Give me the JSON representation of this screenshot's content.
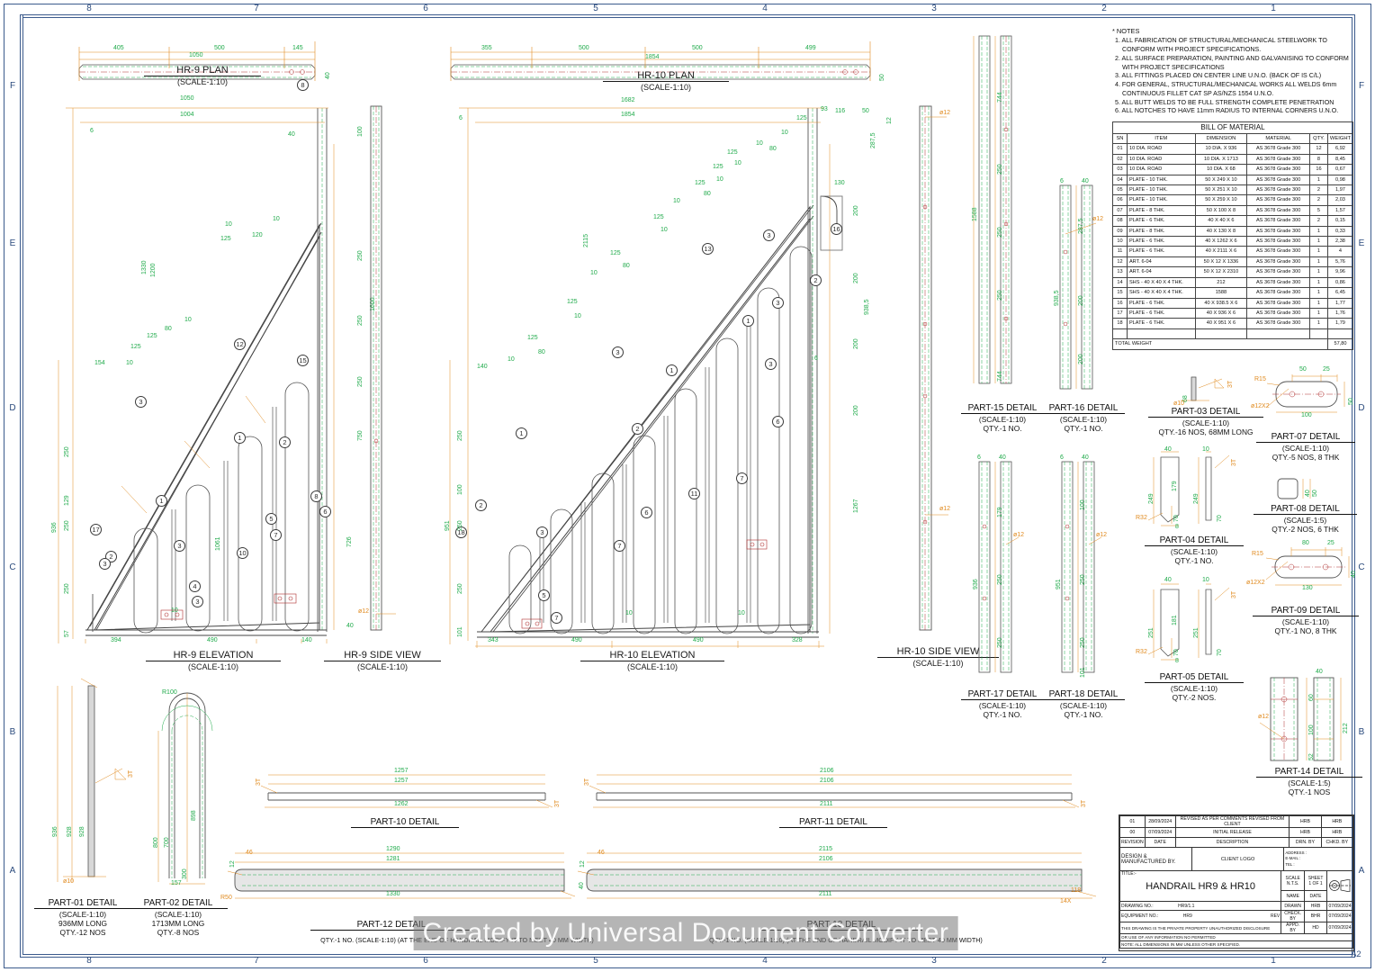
{
  "sheet": {
    "zones_top": [
      "8",
      "7",
      "6",
      "5",
      "4",
      "3",
      "2",
      "1"
    ],
    "zones_side": [
      "F",
      "E",
      "D",
      "C",
      "B",
      "A"
    ],
    "format": "A2"
  },
  "notes": {
    "heading": "* NOTES",
    "items": [
      "1. ALL FABRICATION OF STRUCTURAL/MECHANICAL STEELWORK TO CONFORM WITH PROJECT SPECIFICATIONS.",
      "2. ALL SURFACE PREPARATION, PAINTING AND GALVANISING TO CONFORM WITH PROJECT SPECIFICATIONS",
      "3. ALL FITTINGS PLACED ON CENTER LINE U.N.O. (BACK OF IS C/L)",
      "4. FOR GENERAL, STRUCTURAL/MECHANICAL WORKS ALL WELDS 6mm CONTINUOUS FILLET CAT SP AS/NZS 1554 U.N.O.",
      "5. ALL BUTT WELDS TO BE FULL STRENGTH COMPLETE PENETRATION",
      "6. ALL NOTCHES TO HAVE 11mm RADIUS TO INTERNAL CORNERS U.N.O."
    ]
  },
  "bom": {
    "title": "BILL OF MATERIAL",
    "columns": [
      "SN",
      "ITEM",
      "DIMENSION",
      "MATERIAL",
      "QTY.",
      "WEIGHT"
    ],
    "rows": [
      [
        "01",
        "10 DIA. ROAD",
        "10 DIA. X 936",
        "AS 3678 Grade 300",
        "12",
        "6,92"
      ],
      [
        "02",
        "10 DIA. ROAD",
        "10 DIA. X 1713",
        "AS 3678 Grade 300",
        "8",
        "8,45"
      ],
      [
        "03",
        "10 DIA. ROAD",
        "10 DIA. X 68",
        "AS 3678 Grade 300",
        "16",
        "0,67"
      ],
      [
        "04",
        "PLATE - 10 THK.",
        "50 X 249 X 10",
        "AS 3678 Grade 300",
        "1",
        "0,98"
      ],
      [
        "05",
        "PLATE - 10 THK.",
        "50 X 251 X 10",
        "AS 3678 Grade 300",
        "2",
        "1,97"
      ],
      [
        "06",
        "PLATE - 10 THK.",
        "50 X 259 X 10",
        "AS 3678 Grade 300",
        "2",
        "2,03"
      ],
      [
        "07",
        "PLATE - 8 THK.",
        "50 X 100 X 8",
        "AS 3678 Grade 300",
        "5",
        "1,57"
      ],
      [
        "08",
        "PLATE - 6 THK.",
        "40 X 40 X 6",
        "AS 3678 Grade 300",
        "2",
        "0,15"
      ],
      [
        "09",
        "PLATE - 8 THK.",
        "40 X 130 X 8",
        "AS 3678 Grade 300",
        "1",
        "0,33"
      ],
      [
        "10",
        "PLATE - 6 THK.",
        "40 X 1262 X 6",
        "AS 3678 Grade 300",
        "1",
        "2,38"
      ],
      [
        "11",
        "PLATE - 6 THK.",
        "40 X 2111 X 6",
        "AS 3678 Grade 300",
        "1",
        "4"
      ],
      [
        "12",
        "ART. 6-04",
        "50 X 12 X 1336",
        "AS 3678 Grade 300",
        "1",
        "5,76"
      ],
      [
        "13",
        "ART. 6-04",
        "50 X 12 X 2310",
        "AS 3678 Grade 300",
        "1",
        "9,96"
      ],
      [
        "14",
        "SHS - 40 X 40 X 4 THK.",
        "212",
        "AS 3678 Grade 300",
        "1",
        "0,86"
      ],
      [
        "15",
        "SHS - 40 X 40 X 4 THK.",
        "1588",
        "AS 3678 Grade 300",
        "1",
        "6,45"
      ],
      [
        "16",
        "PLATE - 6 THK.",
        "40 X 938.5 X 6",
        "AS 3678 Grade 300",
        "1",
        "1,77"
      ],
      [
        "17",
        "PLATE - 6 THK.",
        "40 X 936 X 6",
        "AS 3678 Grade 300",
        "1",
        "1,76"
      ],
      [
        "18",
        "PLATE - 6 THK.",
        "40 X 951 X 6",
        "AS 3678 Grade 300",
        "1",
        "1,79"
      ]
    ],
    "total_label": "TOTAL WEIGHT",
    "total_value": "57,80"
  },
  "views": {
    "hr9_plan": {
      "name": "HR-9 PLAN",
      "scale": "(SCALE-1:10)"
    },
    "hr10_plan": {
      "name": "HR-10 PLAN",
      "scale": "(SCALE-1:10)"
    },
    "hr9_elevation": {
      "name": "HR-9 ELEVATION",
      "scale": "(SCALE-1:10)"
    },
    "hr9_side": {
      "name": "HR-9 SIDE VIEW",
      "scale": "(SCALE-1:10)"
    },
    "hr10_elevation": {
      "name": "HR-10 ELEVATION",
      "scale": "(SCALE-1:10)"
    },
    "hr10_side": {
      "name": "HR-10 SIDE VIEW",
      "scale": "(SCALE-1:10)"
    }
  },
  "parts": [
    {
      "name": "PART-01 DETAIL",
      "scale": "(SCALE-1:10)",
      "qty": "936MM LONG",
      "qty2": "QTY.-12 NOS"
    },
    {
      "name": "PART-02 DETAIL",
      "scale": "(SCALE-1:10)",
      "qty": "1713MM LONG",
      "qty2": "QTY.-8 NOS"
    },
    {
      "name": "PART-03 DETAIL",
      "scale": "(SCALE-1:10)",
      "qty": "QTY.-16 NOS, 68MM LONG"
    },
    {
      "name": "PART-04 DETAIL",
      "scale": "(SCALE-1:10)",
      "qty": "QTY.-1 NO."
    },
    {
      "name": "PART-05 DETAIL",
      "scale": "(SCALE-1:10)",
      "qty": "QTY.-2 NOS."
    },
    {
      "name": "PART-07 DETAIL",
      "scale": "(SCALE-1:10)",
      "qty": "QTY.-5 NOS, 8 THK"
    },
    {
      "name": "PART-08 DETAIL",
      "scale": "(SCALE-1:5)",
      "qty": "QTY.-2 NOS, 6 THK"
    },
    {
      "name": "PART-09 DETAIL",
      "scale": "(SCALE-1:10)",
      "qty": "QTY.-1 NO, 8 THK"
    },
    {
      "name": "PART-10 DETAIL",
      "scale": "",
      "qty": ""
    },
    {
      "name": "PART-11 DETAIL",
      "scale": "",
      "qty": ""
    },
    {
      "name": "PART-12 DETAIL",
      "scale": "",
      "qty": "QTY.-1 NO. (SCALE-1:10) (AT THE END OF HANDRAIL MODIFY IT TO MEET 40 MM WIDTH)"
    },
    {
      "name": "PART-13 DETAIL",
      "scale": "",
      "qty": "QTY.-1 NO. (SCALE-1:10) (AT THE END OF HANDRAIL MODIFY IT TO MEET 40 MM WIDTH)"
    },
    {
      "name": "PART-14 DETAIL",
      "scale": "(SCALE-1:5)",
      "qty": "QTY.-1 NOS"
    },
    {
      "name": "PART-15 DETAIL",
      "scale": "(SCALE-1:10)",
      "qty": "QTY.-1 NO."
    },
    {
      "name": "PART-16 DETAIL",
      "scale": "(SCALE-1:10)",
      "qty": "QTY.-1 NO."
    },
    {
      "name": "PART-17 DETAIL",
      "scale": "(SCALE-1:10)",
      "qty": "QTY.-1 NO."
    },
    {
      "name": "PART-18 DETAIL",
      "scale": "(SCALE-1:10)",
      "qty": "QTY.-1 NO."
    }
  ],
  "titleblock": {
    "revisions": [
      {
        "rev": "01",
        "date": "28/09/2024",
        "description": "REVISED AS PER COMMENTS REVISED FROM CLIENT",
        "drawn": "HRB",
        "checked": "HRB"
      },
      {
        "rev": "00",
        "date": "07/09/2024",
        "description": "INITIAL RELEASE",
        "drawn": "HRB",
        "checked": "HRB"
      }
    ],
    "rev_headers": [
      "REVISION",
      "DATE",
      "DESCRIPTION",
      "DRN. BY",
      "CHKD. BY"
    ],
    "design_label": "DESIGN &\nMANUFACTURED BY.",
    "client_logo": "CLIENT LOGO",
    "address_label": "ADDRESS :",
    "email_label": "E-MAIL :",
    "tel_label": "TEL :",
    "title_label": "TITLE:-",
    "drawing_title": "HANDRAIL HR9 & HR10",
    "scale_label": "SCALE",
    "scale_value": "N.T.S.",
    "sheet_label": "SHEET",
    "sheet_value": "1 OF 1",
    "name_label": "NAME",
    "date_label": "DATE",
    "drawn_label": "DRAWN",
    "drawn_name": "HRB",
    "drawn_date": "07/09/2024",
    "check_label": "CHECK. BY",
    "check_name": "BHR",
    "check_date": "07/09/2024",
    "appr_label": "APPD. BY",
    "appr_name": "HD",
    "appr_date": "07/09/2024",
    "drawing_no_label": "DRAWING NO.:",
    "drawing_no": "HR9/1.1",
    "rev_label": "REV",
    "rev_value": "1",
    "equipment_no_label": "EQUIPMENT NO.:",
    "equipment_no": "HR9",
    "disclaimer1": "THIS DRAWING IS THE PRIVATE PROPERTY UNAUTHORIZED DISCLOSURE",
    "disclaimer2": "OR USE OF ANY INFORMATION NO PERMITTED",
    "disclaimer3": "NOTE: ALL DIMENSIONS IN MM UNLESS OTHER SPECIFIED."
  },
  "watermark": "Created by Universal Document Converter"
}
